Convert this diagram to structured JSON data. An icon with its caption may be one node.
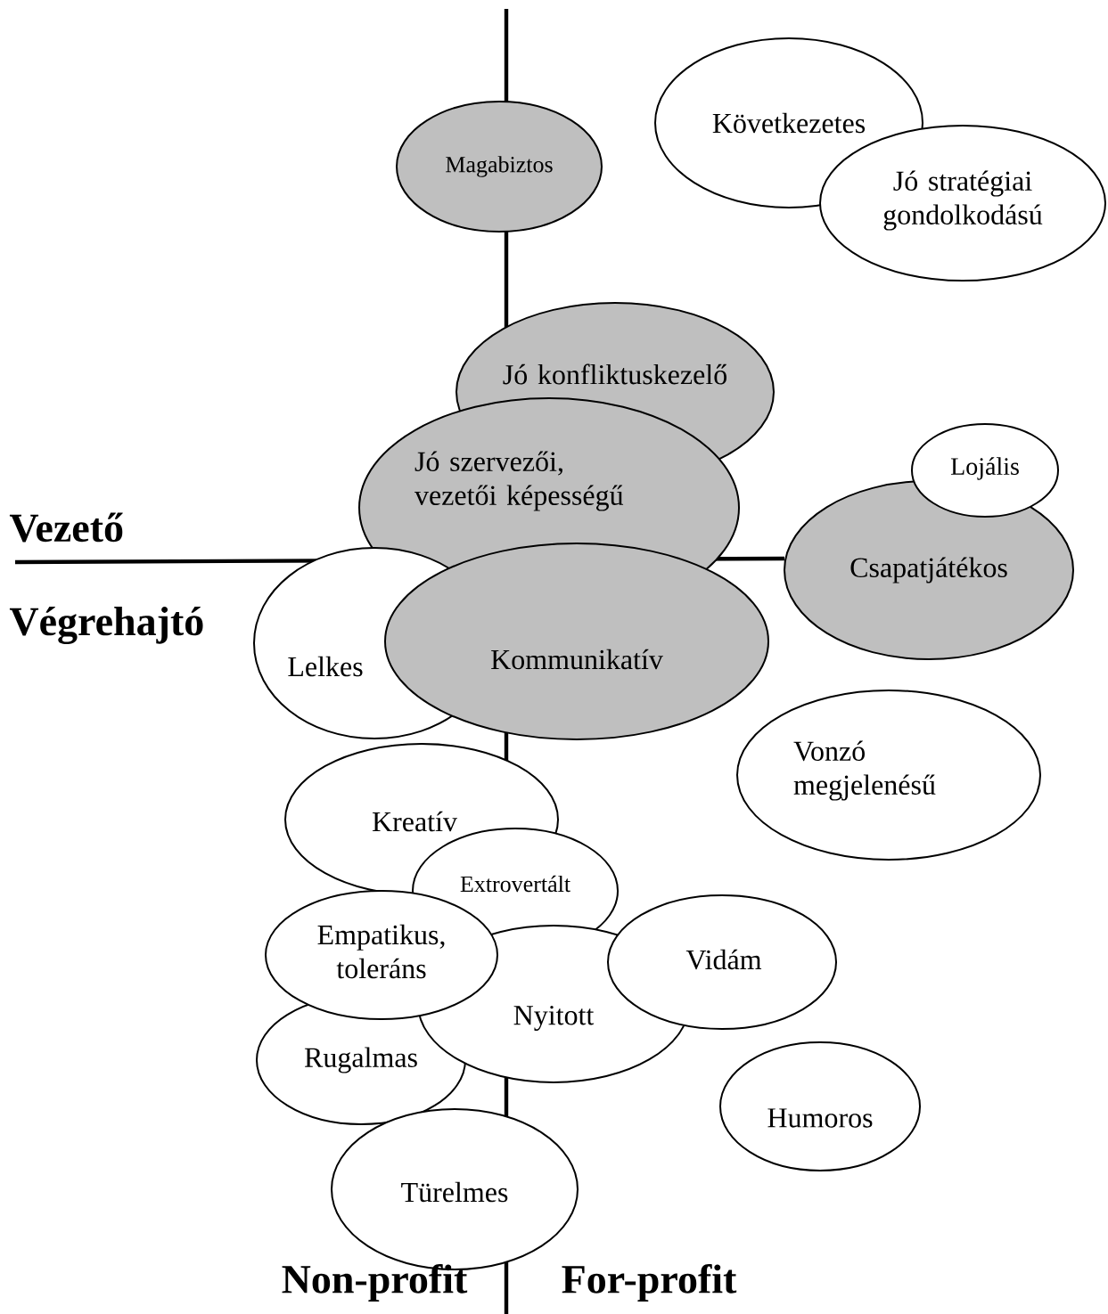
{
  "diagram": {
    "nodes": [
      {
        "text": [
          "Magabiztos"
        ]
      },
      {
        "text": [
          "Következetes"
        ]
      },
      {
        "text": [
          "Jó stratégiai gondolkodású"
        ]
      },
      {
        "text": [
          "Jó konfliktuskezelő"
        ]
      },
      {
        "text": [
          "Jó szervezői, vezetői képességű"
        ]
      },
      {
        "text": [
          "Lelkes"
        ]
      },
      {
        "text": [
          "Kommunikatív"
        ]
      },
      {
        "text": [
          "Csapatjátékos"
        ]
      },
      {
        "text": [
          "Lojális"
        ]
      },
      {
        "text": [
          "Vonzó megjelenésű"
        ]
      },
      {
        "text": [
          "Kreatív"
        ]
      },
      {
        "text": [
          "Extrovertált"
        ]
      },
      {
        "text": [
          "Rugalmas"
        ]
      },
      {
        "text": [
          "Nyitott"
        ]
      },
      {
        "text": [
          "Vidám"
        ]
      },
      {
        "text": [
          "Empatikus, toleráns"
        ]
      },
      {
        "text": [
          "Türelmes"
        ]
      },
      {
        "text": [
          "Humoros"
        ]
      }
    ],
    "labels": [
      "Vezető",
      "Végrehajtó",
      "Non-profit",
      "For-profit"
    ]
  }
}
